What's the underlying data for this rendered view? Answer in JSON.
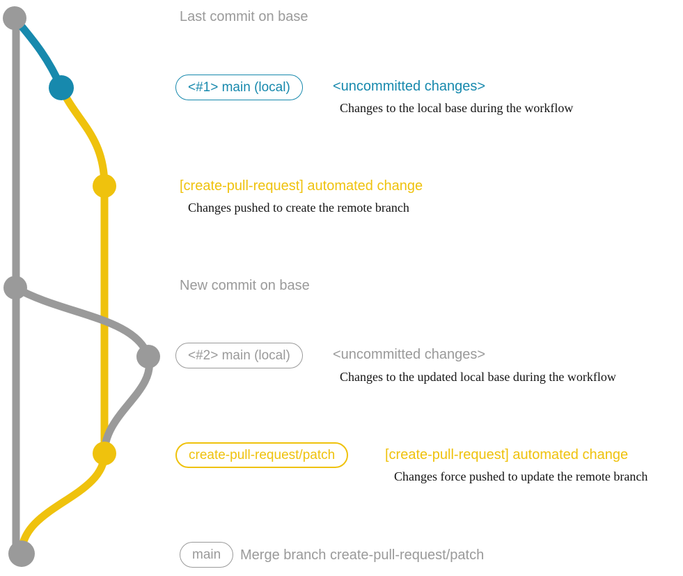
{
  "colors": {
    "gray": "#9a9a9a",
    "blue": "#1789ad",
    "yellow": "#efc20d",
    "ink": "#141414"
  },
  "graph": {
    "branches": [
      {
        "name": "base",
        "color_key": "gray"
      },
      {
        "name": "main-local",
        "color_key": "blue"
      },
      {
        "name": "create-pull-request/patch",
        "color_key": "yellow"
      }
    ],
    "commits": [
      {
        "id": "last-commit-on-base",
        "branch": "base"
      },
      {
        "id": "main-local-1",
        "branch": "main-local"
      },
      {
        "id": "automated-change-1",
        "branch": "create-pull-request/patch"
      },
      {
        "id": "new-commit-on-base",
        "branch": "base"
      },
      {
        "id": "main-local-2",
        "branch": "main-local"
      },
      {
        "id": "automated-change-2",
        "branch": "create-pull-request/patch"
      },
      {
        "id": "merge-commit",
        "branch": "base"
      }
    ]
  },
  "annotations": {
    "last_commit": "Last commit on base",
    "row1": {
      "badge": "<#1> main (local)",
      "heading": "<uncommitted changes>",
      "description": "Changes to the local base during the workflow"
    },
    "row2": {
      "heading": "[create-pull-request] automated change",
      "description": "Changes pushed to create the remote branch"
    },
    "new_commit": "New commit on base",
    "row3": {
      "badge": "<#2> main (local)",
      "heading": "<uncommitted changes>",
      "description": "Changes to the updated local base during the workflow"
    },
    "row4": {
      "badge": "create-pull-request/patch",
      "heading": "[create-pull-request] automated change",
      "description": "Changes force pushed to update the remote branch"
    },
    "row5": {
      "badge": "main",
      "heading": "Merge branch create-pull-request/patch"
    }
  }
}
